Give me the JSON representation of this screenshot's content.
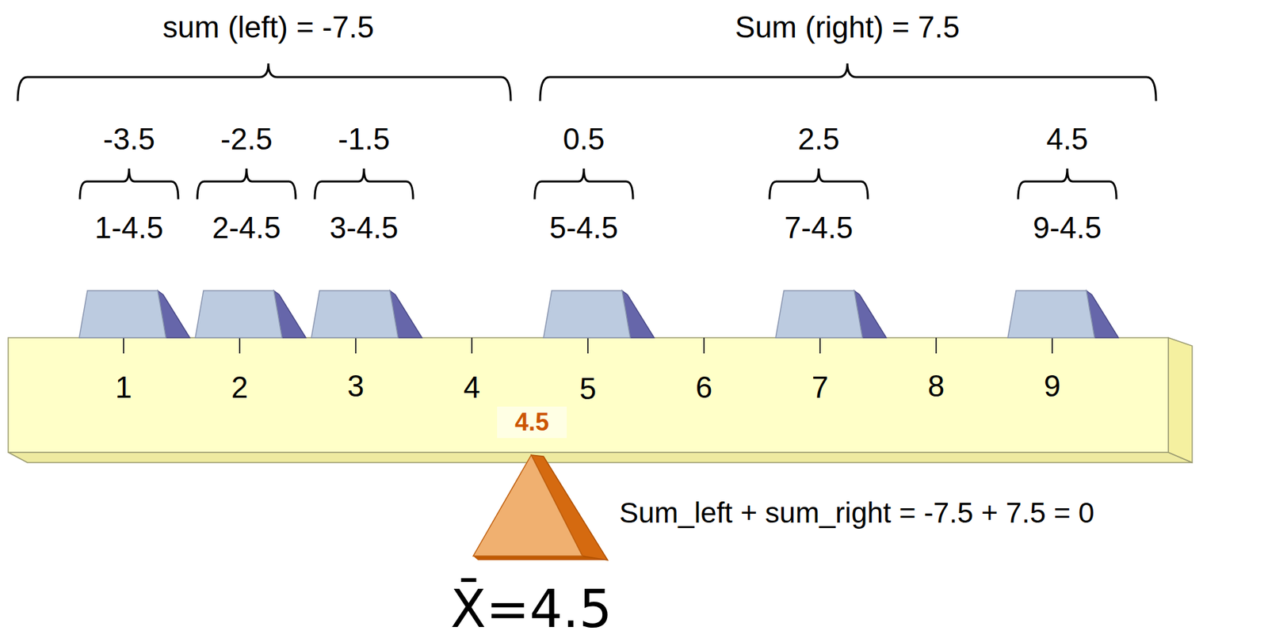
{
  "diagram": {
    "labels": [
      "sum (left) = -7.5",
      "Sum (right) = 7.5",
      "-3.5",
      "-2.5",
      "-1.5",
      "0.5",
      "2.5",
      "4.5",
      "1-4.5",
      "2-4.5",
      "3-4.5",
      "5-4.5",
      "7-4.5",
      "9-4.5",
      "1",
      "2",
      "3",
      "4",
      "5",
      "6",
      "7",
      "8",
      "9",
      "4.5",
      "Sum_left + sum_right = -7.5 + 7.5 = 0",
      "X̄=4.5"
    ]
  }
}
